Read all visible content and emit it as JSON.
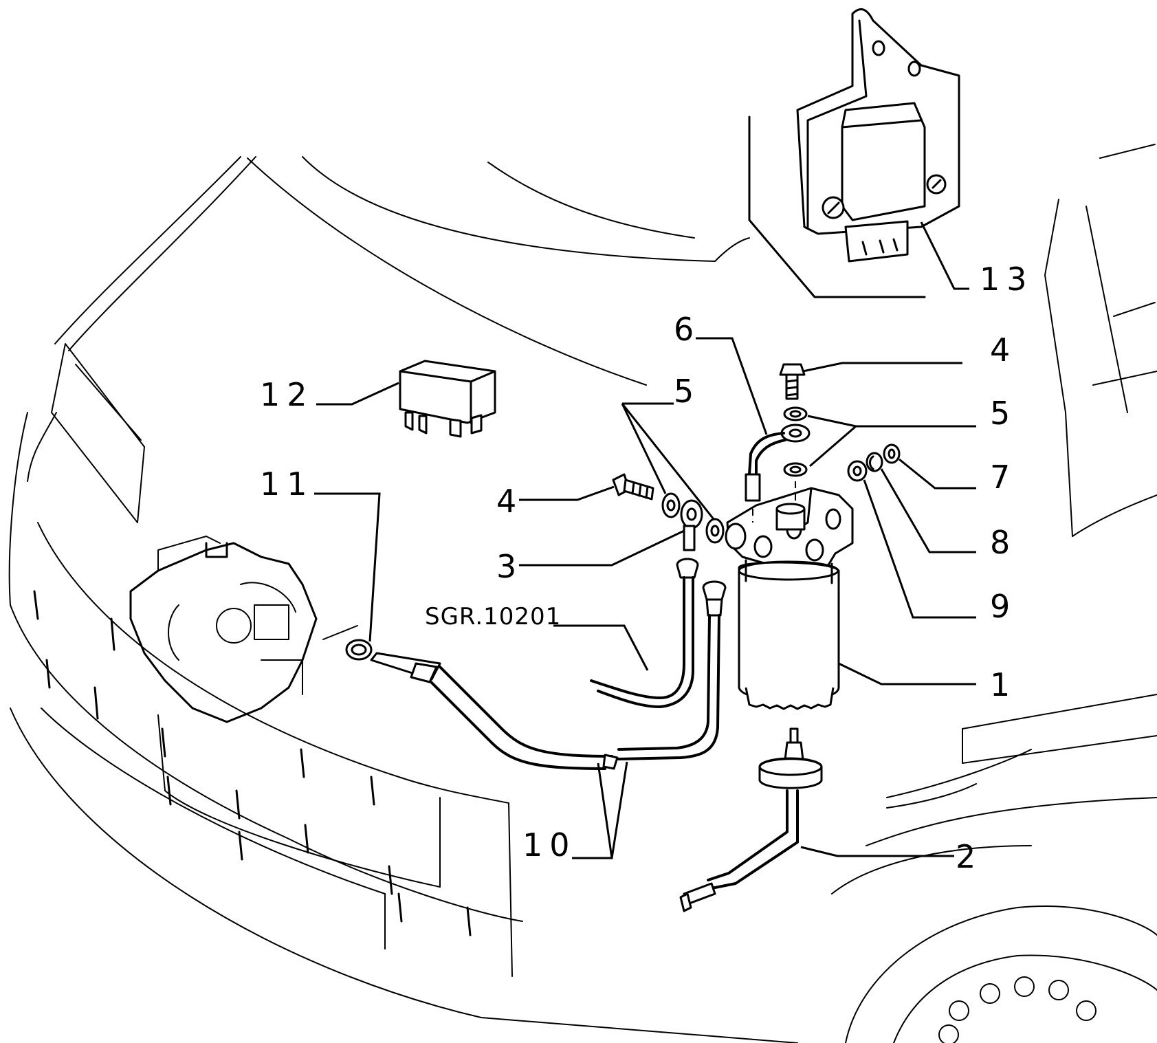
{
  "diagram": {
    "reference_code": "SGR.10201",
    "callouts": {
      "c1": "1",
      "c2": "2",
      "c3": "3",
      "c4a": "4",
      "c4b": "4",
      "c5a": "5",
      "c5b": "5",
      "c6": "6",
      "c7": "7",
      "c8": "8",
      "c9": "9",
      "c10": "10",
      "c11": "11",
      "c12": "12",
      "c13": "13"
    }
  }
}
